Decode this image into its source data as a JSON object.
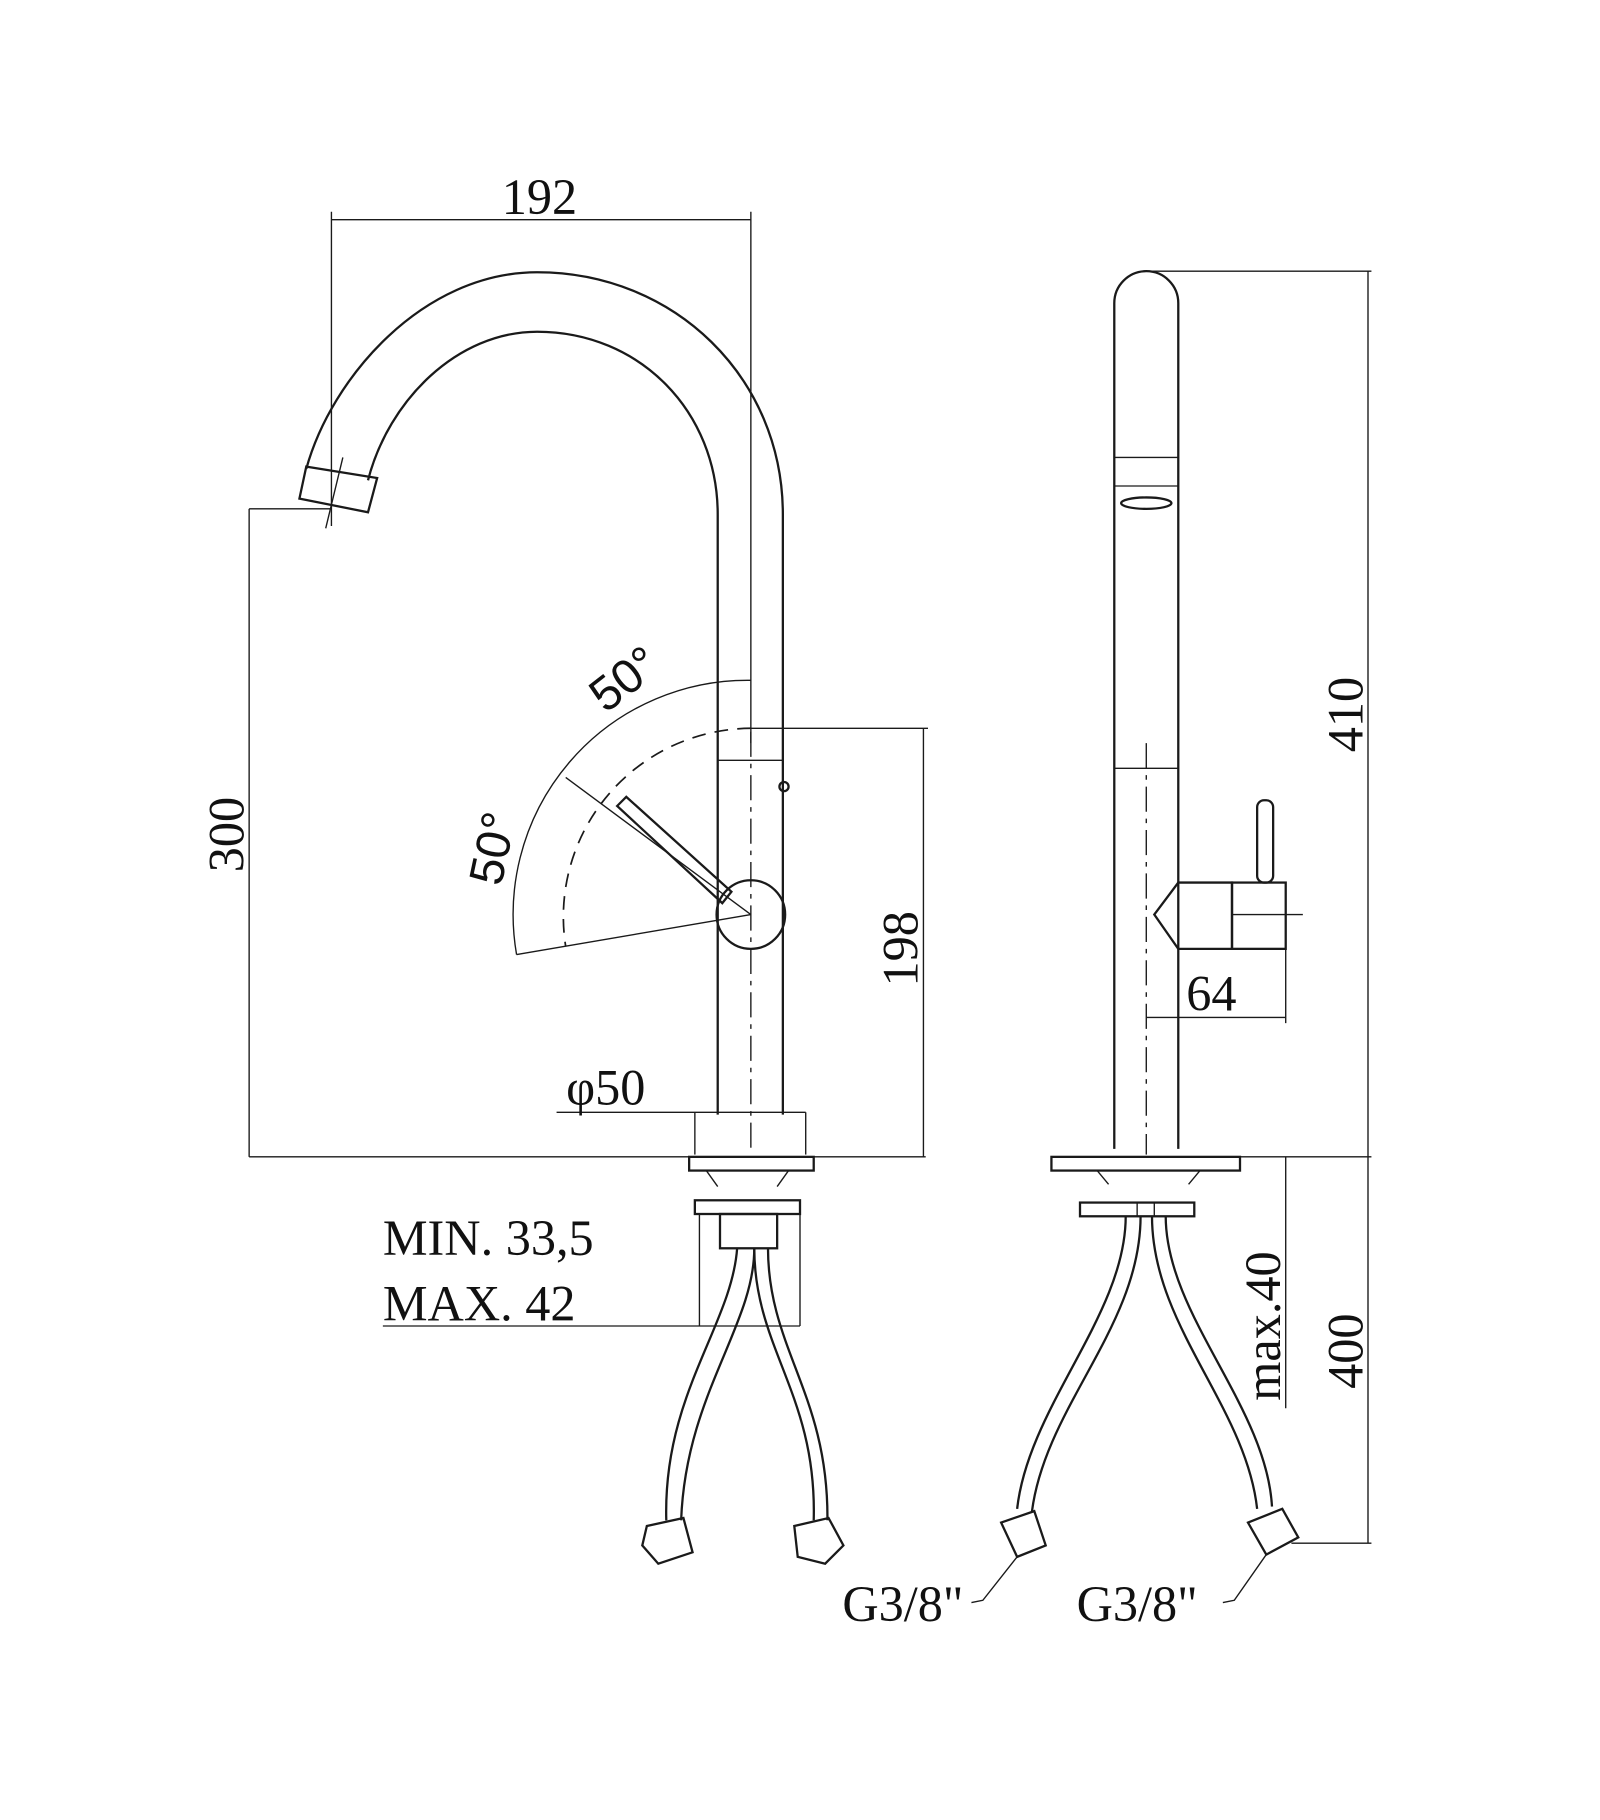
{
  "front_view": {
    "width_dim": "192",
    "spout_height_dim": "300",
    "lever_height_dim": "198",
    "lever_angle_up": "50°",
    "lever_angle_down": "50°",
    "base_diameter": "φ50",
    "min_label": "MIN. 33,5",
    "max_label": "MAX. 42"
  },
  "side_view": {
    "total_height_dim": "410",
    "lever_depth_dim": "64",
    "max_thickness": "max.40",
    "hose_length_dim": "400",
    "connection_left": "G3/8\"",
    "connection_right": "G3/8\""
  }
}
